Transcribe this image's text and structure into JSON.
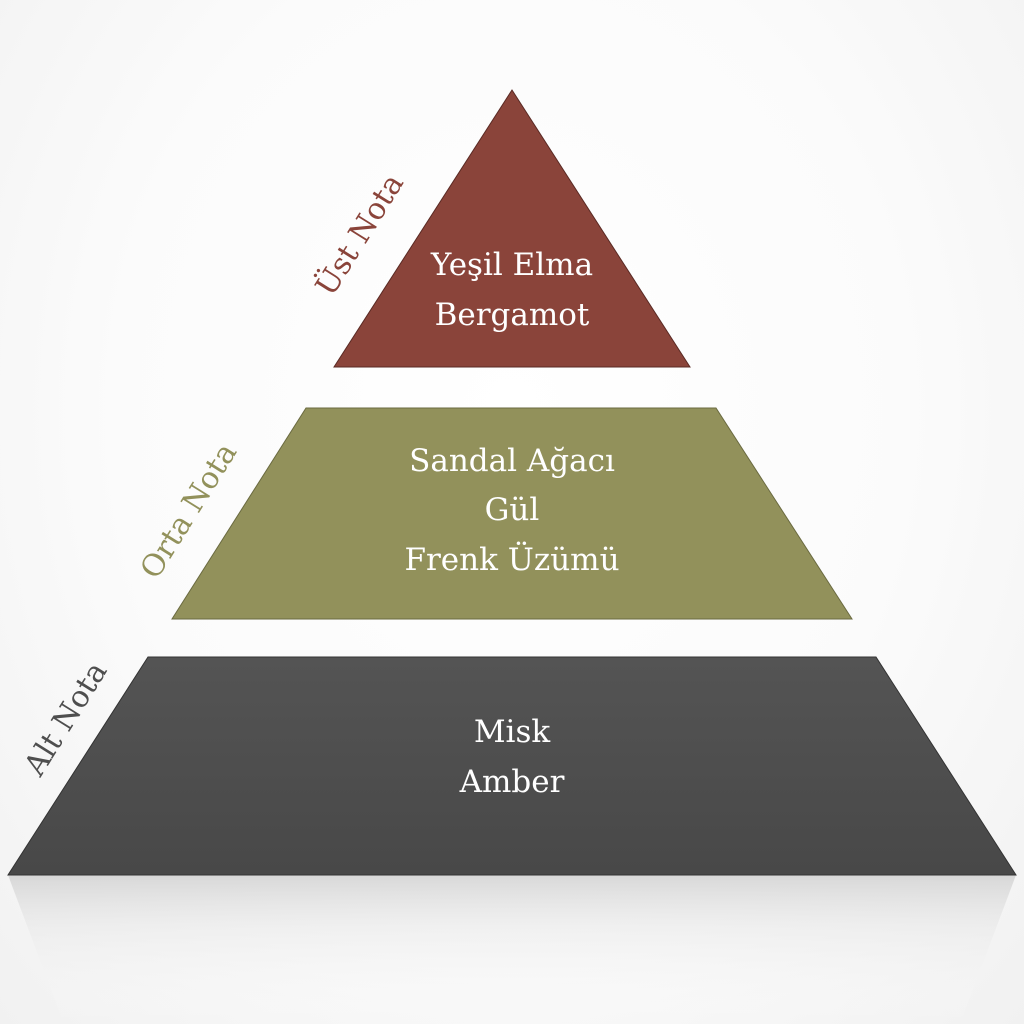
{
  "pyramid": {
    "tiers": [
      {
        "label": "Üst Nota",
        "color": "#8a443a",
        "notes": [
          "Yeşil Elma",
          "Bergamot"
        ]
      },
      {
        "label": "Orta Nota",
        "color": "#92915b",
        "notes": [
          "Sandal Ağacı",
          "Gül",
          "Frenk Üzümü"
        ]
      },
      {
        "label": "Alt Nota",
        "color": "#4e4e4e",
        "notes": [
          "Misk",
          "Amber"
        ]
      }
    ],
    "label_colors": [
      "#8a443a",
      "#92915b",
      "#4e4e4e"
    ],
    "text_color": "#ffffff"
  }
}
